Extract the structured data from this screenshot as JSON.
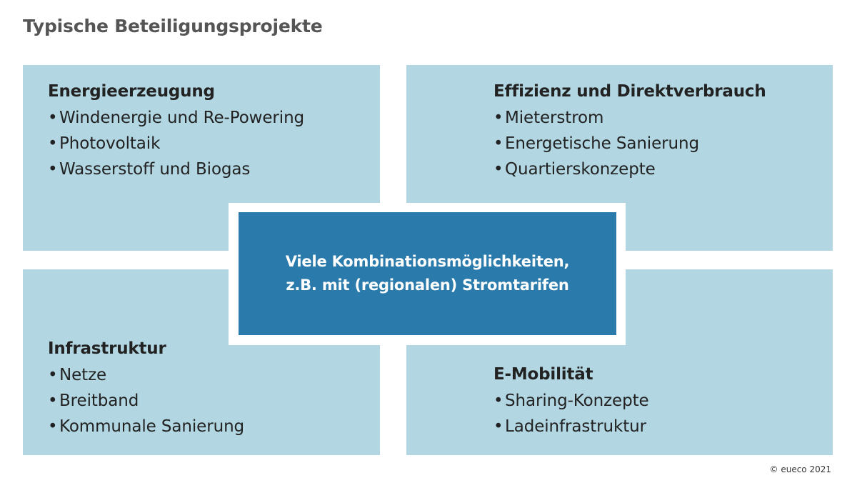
{
  "title": "Typische Beteiligungsprojekte",
  "quadrants": {
    "top_left": {
      "heading": "Energieerzeugung",
      "items": [
        "Windenergie und Re-Powering",
        "Photovoltaik",
        "Wasserstoff und Biogas"
      ]
    },
    "top_right": {
      "heading": "Effizienz und Direktverbrauch",
      "items": [
        "Mieterstrom",
        "Energetische Sanierung",
        "Quartierskonzepte"
      ]
    },
    "bottom_left": {
      "heading": "Infrastruktur",
      "items": [
        "Netze",
        "Breitband",
        "Kommunale Sanierung"
      ]
    },
    "bottom_right": {
      "heading": "E-Mobilität",
      "items": [
        "Sharing-Konzepte",
        "Ladeinfrastruktur"
      ]
    }
  },
  "center": {
    "line1": "Viele Kombinationsmöglichkeiten,",
    "line2": "z.B. mit (regionalen) Stromtarifen"
  },
  "copyright": "© eueco 2021",
  "colors": {
    "quadrant_background": "#b2d7e3",
    "center_background": "#2a7bab",
    "title_text": "#555555"
  }
}
